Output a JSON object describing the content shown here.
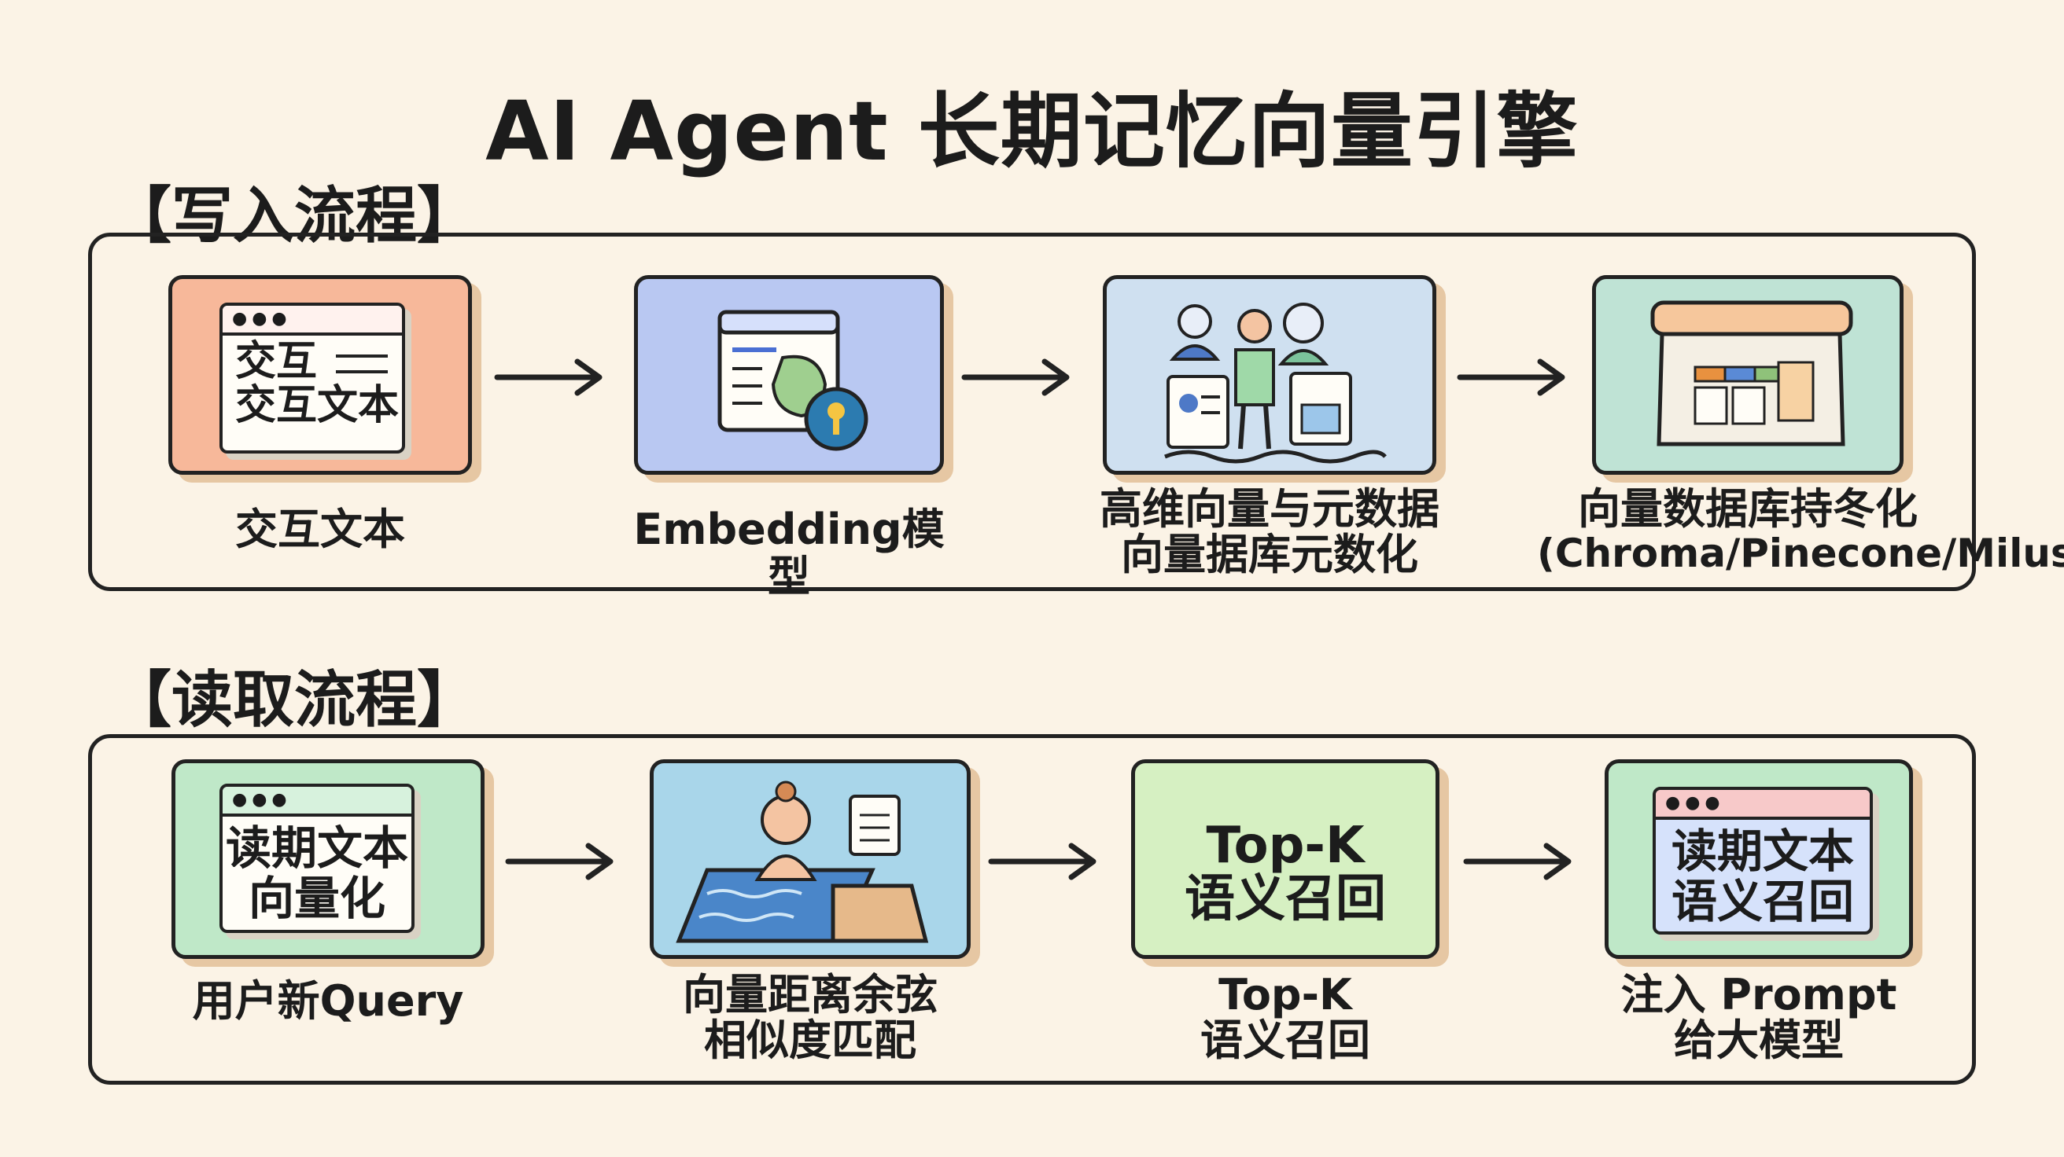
{
  "title": "AI Agent 长期记忆向量引擎",
  "write": {
    "label": "【写入流程】",
    "steps": [
      {
        "label": "交互文本",
        "card_lines": [
          "交互",
          "交互文本"
        ]
      },
      {
        "label": "Embedding模型"
      },
      {
        "label_line1": "高维向量与元数据",
        "label_line2": "向量据库元数化"
      },
      {
        "label_line1": "向量数据库持冬化",
        "label_line2": "(Chroma/Pinecone/Milus)"
      }
    ]
  },
  "read": {
    "label": "【读取流程】",
    "steps": [
      {
        "label": "用户新Query",
        "card_line1": "读期文本",
        "card_line2": "向量化"
      },
      {
        "label_line1": "向量距离余弦",
        "label_line2": "相似度匹配"
      },
      {
        "card_line1": "Top-K",
        "card_line2": "语义召回",
        "label_line1": "Top-K",
        "label_line2": "语义召回"
      },
      {
        "card_line1": "读期文本",
        "card_line2": "语义召回",
        "label_line1": "注入 Prompt",
        "label_line2": "给大模型"
      }
    ]
  },
  "colors": {
    "background": "#fbf3e6",
    "card_orange": "#f7b89a",
    "card_blue": "#b9c8f2",
    "card_lightblue": "#cfe0f0",
    "card_teal": "#bfe3d5",
    "card_green": "#bfe8c8",
    "card_sky": "#a9d6ea",
    "card_lime": "#d6f0c2"
  },
  "icons": [
    "window-icon",
    "embedding-doc-icon",
    "people-data-icon",
    "database-icon",
    "query-window-icon",
    "vector-match-icon",
    "prompt-window-icon"
  ]
}
